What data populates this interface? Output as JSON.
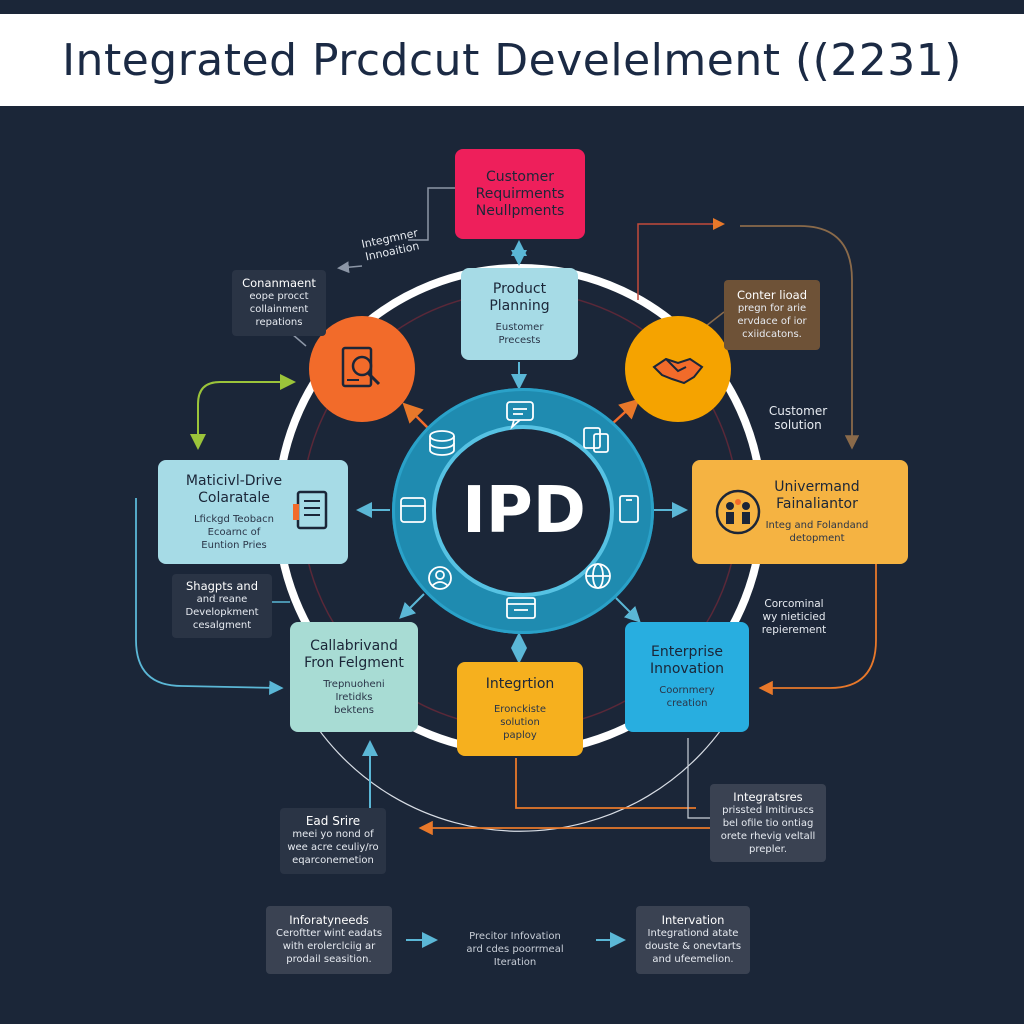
{
  "title": "Integrated Prcdcut Develelment ((2231)",
  "center": {
    "label": "IPD"
  },
  "top_box": {
    "lines": [
      "Customer",
      "Requirments",
      "Neullpments"
    ],
    "color": "#ee1f5b"
  },
  "planning_box": {
    "title_lines": [
      "Product",
      "Planning"
    ],
    "sub_lines": [
      "Eustomer",
      "Precests"
    ],
    "color": "#a6dbe6"
  },
  "left_box": {
    "title_lines": [
      "Maticivl-Drive",
      "Colaratale"
    ],
    "sub_lines": [
      "Lfickgd Teobacn",
      "Ecoarnc of",
      "Euntion Pries"
    ],
    "color": "#a6dbe6"
  },
  "right_box": {
    "title_lines": [
      "Univermand",
      "Fainaliantor"
    ],
    "sub_lines": [
      "Integ and Folandand",
      "detopment"
    ],
    "color": "#f5b342"
  },
  "bottom_left_box": {
    "title_lines": [
      "Callabrivand",
      "Fron Felgment"
    ],
    "sub_lines": [
      "Trepnuoheni",
      "Iretidks",
      "bektens"
    ],
    "color": "#a8dcd4"
  },
  "bottom_center_box": {
    "title_lines": [
      "Integrtion"
    ],
    "sub_lines": [
      "Eronckiste",
      "solution",
      "paploy"
    ],
    "color": "#f6b01e"
  },
  "bottom_right_box": {
    "title_lines": [
      "Enterprise",
      "Innovation"
    ],
    "sub_lines": [
      "Coornmery",
      "creation"
    ],
    "color": "#28aee0"
  },
  "notes": {
    "top_left": [
      "Conanmaent",
      "eope procct",
      "collainment",
      "repations"
    ],
    "top_left_float": [
      "Integmner",
      "Innoaition"
    ],
    "top_right": [
      "Conter lioad",
      "pregn for arie",
      "ervdace of ior",
      "cxiidcatons."
    ],
    "right_float": [
      "Customer",
      "solution"
    ],
    "left_mid": [
      "Shagpts and",
      "and reane",
      "Developkment",
      "cesalgment"
    ],
    "right_mid": [
      "Corcominal",
      "wy nieticied",
      "repierement"
    ],
    "bottom_right": [
      "Integratsres",
      "prissted Imitiruscs",
      "bel ofile tio ontiag",
      "orete rhevig veltall",
      "prepler."
    ],
    "bottom_left": [
      "Ead Srire",
      "meei yo nond of",
      "wee acre ceuliy/ro",
      "eqarconemetion"
    ],
    "footer_left": [
      "Inforatyneeds",
      "Ceroftter wint eadats",
      "with erolerclciig ar",
      "prodail seasition."
    ],
    "footer_mid": [
      "Precitor Infovation",
      "ard cdes poorrmeal",
      "Iteration"
    ],
    "footer_right": [
      "Intervation",
      "Integrationd atate",
      "douste & onevtarts",
      "and ufeemelion."
    ]
  },
  "colors": {
    "background": "#1b2638",
    "ring": "#1f8bb0",
    "orange": "#f26b2a",
    "amber": "#f5a300",
    "brown": "#8a6a4a",
    "green_arrow": "#9bc43a",
    "blue_arrow": "#5bb7d6",
    "orange_line": "#e8782a"
  },
  "icons": {
    "orange_circle": "search-document-icon",
    "amber_circle": "handshake-icon",
    "left_box": "document-list-icon",
    "right_box": "team-icon",
    "ring": [
      "database-icon",
      "chat-icon",
      "devices-icon",
      "tablet-icon",
      "globe-icon",
      "window-icon",
      "user-settings-icon",
      "panel-icon"
    ]
  }
}
